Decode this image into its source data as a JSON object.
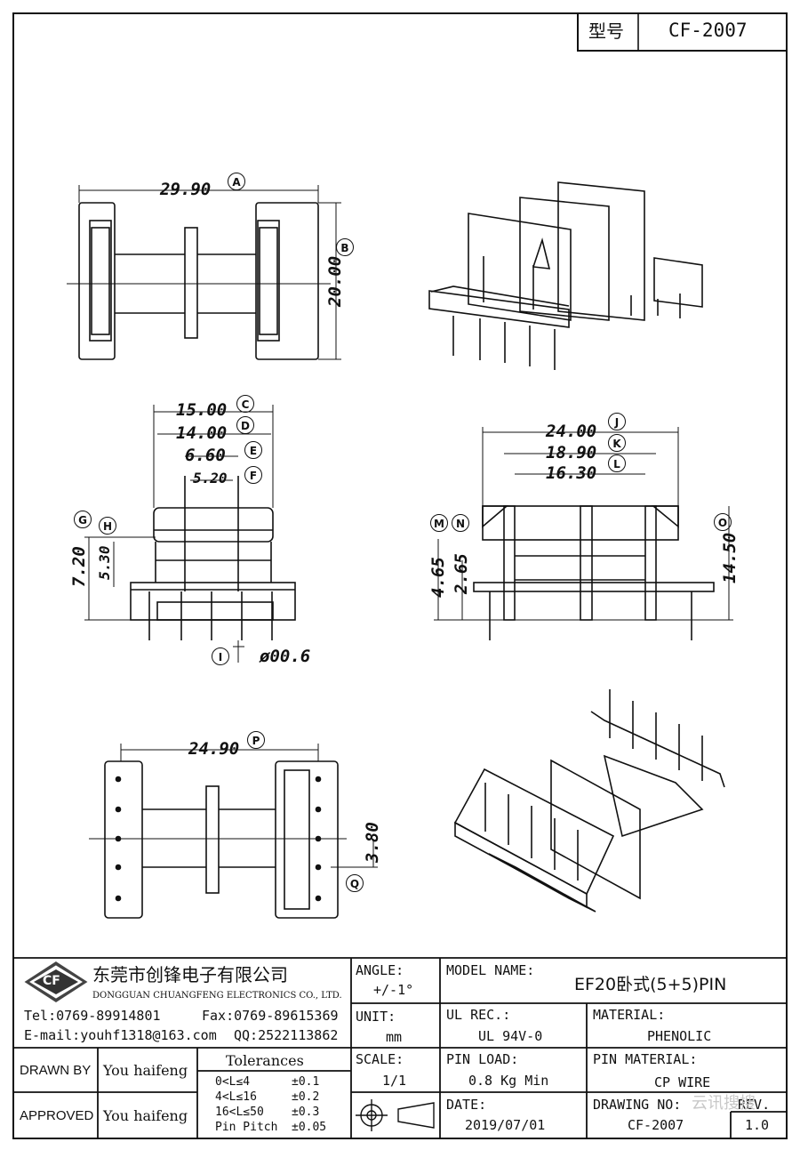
{
  "header": {
    "type_label": "型号",
    "model_code": "CF-2007"
  },
  "dimensions": {
    "A": "29.90",
    "B": "20.00",
    "C": "15.00",
    "D": "14.00",
    "E": "6.60",
    "F": "5.20",
    "G": "7.20",
    "H": "5.30",
    "I": "ø00.6",
    "J": "24.00",
    "K": "18.90",
    "L": "16.30",
    "M": "4.65",
    "N": "2.65",
    "O": "14.50",
    "P": "24.90",
    "Q": "3.80"
  },
  "markers": [
    "A",
    "B",
    "C",
    "D",
    "E",
    "F",
    "G",
    "H",
    "I",
    "J",
    "K",
    "L",
    "M",
    "N",
    "O",
    "P",
    "Q"
  ],
  "company": {
    "logo_text": "CF",
    "name_cn": "东莞市创锋电子有限公司",
    "name_en": "DONGGUAN CHUANGFENG ELECTRONICS CO., LTD.",
    "tel": "Tel:0769-89914801",
    "fax": "Fax:0769-89615369",
    "email": "E-mail:youhf1318@163.com",
    "qq": "QQ:2522113862"
  },
  "title_block": {
    "angle_label": "ANGLE:",
    "angle_value": "+/-1°",
    "unit_label": "UNIT:",
    "unit_value": "mm",
    "scale_label": "SCALE:",
    "scale_value": "1/1",
    "model_name_label": "MODEL NAME:",
    "model_name_value": "EF20卧式(5+5)PIN",
    "ul_label": "UL REC.:",
    "ul_value": "UL 94V-0",
    "material_label": "MATERIAL:",
    "material_value": "PHENOLIC",
    "pin_load_label": "PIN LOAD:",
    "pin_load_value": "0.8 Kg Min",
    "pin_material_label": "PIN MATERIAL:",
    "pin_material_value": "CP WIRE",
    "date_label": "DATE:",
    "date_value": "2019/07/01",
    "drawing_no_label": "DRAWING NO:",
    "drawing_no_value": "CF-2007",
    "rev_label": "REV.",
    "rev_value": "1.0",
    "drawn_by_label": "DRAWN BY",
    "drawn_by_value": "You haifeng",
    "approved_label": "APPROVED",
    "approved_value": "You haifeng",
    "tolerances_title": "Tolerances",
    "tolerances": [
      {
        "range": "0<L≤4",
        "tol": "±0.1"
      },
      {
        "range": "4<L≤16",
        "tol": "±0.2"
      },
      {
        "range": "16<L≤50",
        "tol": "±0.3"
      },
      {
        "range": "Pin Pitch",
        "tol": "±0.05"
      }
    ]
  },
  "watermark": "云讯搜搜"
}
